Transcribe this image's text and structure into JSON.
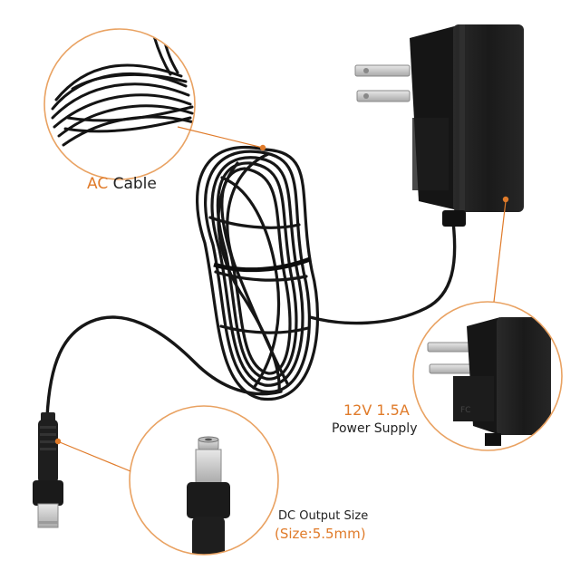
{
  "colors": {
    "accent": "#e07b2a",
    "callout_ring": "#e9a262",
    "product": "#1b1b1b",
    "metal": "#c9c9c9",
    "text": "#222222"
  },
  "callouts": {
    "ac_cable": {
      "accent_word": "AC",
      "rest": " Cable"
    },
    "power_supply": {
      "spec": "12V 1.5A",
      "name": "Power Supply"
    },
    "dc_output": {
      "title": "DC Output Size",
      "size": "(Size:5.5mm)"
    }
  }
}
